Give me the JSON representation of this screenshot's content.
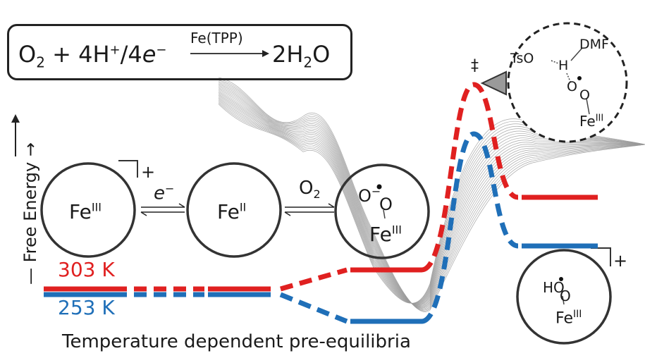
{
  "equation": {
    "reactant_o": "O",
    "reactant_o_sub": "2",
    "plus1": " + 4H",
    "h_sup": "+",
    "slash": "/4",
    "electron": "e",
    "electron_sup": "−",
    "product": "2H",
    "product_sub": "2",
    "product_o": "O",
    "catalyst": "Fe(TPP)"
  },
  "y_axis_label": "— Free Energy →",
  "species": {
    "fe3": {
      "base": "Fe",
      "sup": "III",
      "charge": "+"
    },
    "fe2": {
      "base": "Fe",
      "sup": "II"
    },
    "superoxo": {
      "top": "O",
      "sup": "−",
      "mid": "O",
      "base": "Fe",
      "basesup": "III"
    },
    "hydroperoxo": {
      "top": "HO",
      "mid": "O",
      "base": "Fe",
      "basesup": "III",
      "charge": "+"
    },
    "ts": {
      "tso": "TsO",
      "h": "H",
      "dmf": "DMF",
      "o1": "O",
      "o2": "O",
      "base": "Fe",
      "basesup": "III"
    }
  },
  "arrows": {
    "electron": "e",
    "electron_sup": "−",
    "o2": "O",
    "o2_sub": "2"
  },
  "ts_mark": "‡",
  "temperatures": [
    {
      "label": "303 K",
      "color": "#e02020"
    },
    {
      "label": "253 K",
      "color": "#1f6fb8"
    }
  ],
  "caption": "Temperature dependent pre-equilibria",
  "colors": {
    "red": "#e02020",
    "blue": "#1f6fb8",
    "trace": "#9a9a9a"
  }
}
